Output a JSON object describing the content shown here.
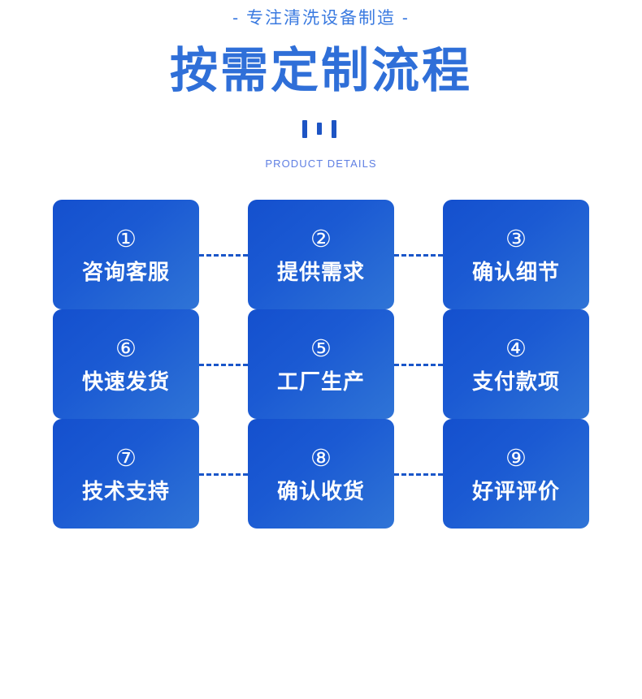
{
  "header": {
    "eyebrow": "- 专注清洗设备制造 -",
    "title": "按需定制流程",
    "subtitle_en": "PRODUCT DETAILS",
    "ornament_name": "three-bars-ornament"
  },
  "colors": {
    "brand_blue": "#2f6fd8",
    "eyebrow_blue": "#3a7ae0",
    "subtitle_blue": "#5f7fe3",
    "card_gradient_start": "#1450ce",
    "card_gradient_end": "#2f74d6",
    "connector_blue": "#1a56c9",
    "card_text": "#ffffff",
    "background": "#ffffff"
  },
  "flow": {
    "rows": [
      {
        "direction": "left-to-right",
        "cards": [
          {
            "num": "①",
            "number_value": "1",
            "label": "咨询客服"
          },
          {
            "num": "②",
            "number_value": "2",
            "label": "提供需求"
          },
          {
            "num": "③",
            "number_value": "3",
            "label": "确认细节"
          }
        ]
      },
      {
        "direction": "right-to-left",
        "cards": [
          {
            "num": "⑥",
            "number_value": "6",
            "label": "快速发货"
          },
          {
            "num": "⑤",
            "number_value": "5",
            "label": "工厂生产"
          },
          {
            "num": "④",
            "number_value": "4",
            "label": "支付款项"
          }
        ]
      },
      {
        "direction": "left-to-right",
        "cards": [
          {
            "num": "⑦",
            "number_value": "7",
            "label": "技术支持"
          },
          {
            "num": "⑧",
            "number_value": "8",
            "label": "确认收货"
          },
          {
            "num": "⑨",
            "number_value": "9",
            "label": "好评评价"
          }
        ]
      }
    ]
  }
}
